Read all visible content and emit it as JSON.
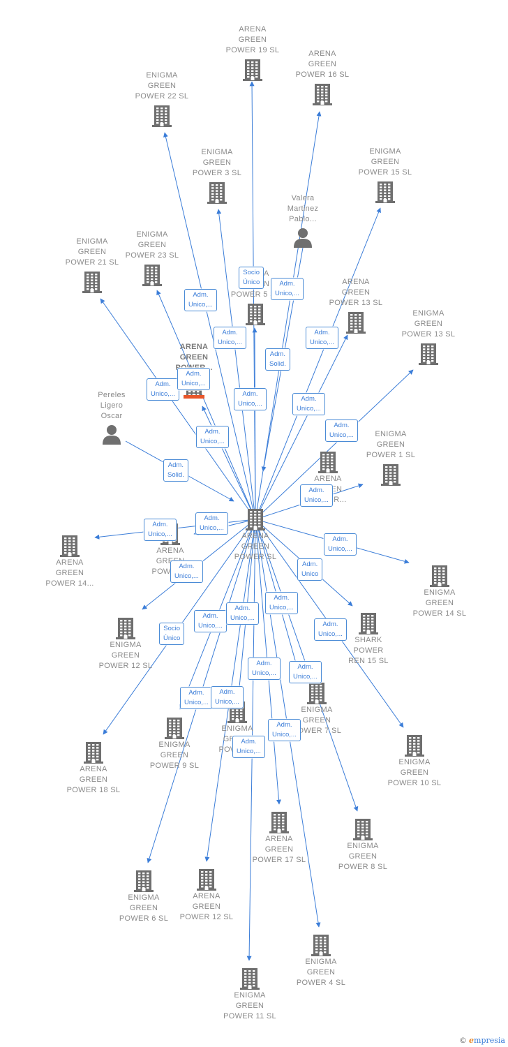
{
  "diagram": {
    "nodes": [
      {
        "id": "center",
        "type": "company",
        "label": "ARENA\nGREEN\nPOWER  SL",
        "bold": false
      },
      {
        "id": "ag19",
        "type": "company",
        "label": "ARENA\nGREEN\nPOWER 19  SL"
      },
      {
        "id": "ag16",
        "type": "company",
        "label": "ARENA\nGREEN\nPOWER 16  SL"
      },
      {
        "id": "eg22",
        "type": "company",
        "label": "ENIGMA\nGREEN\nPOWER 22  SL"
      },
      {
        "id": "eg3",
        "type": "company",
        "label": "ENIGMA\nGREEN\nPOWER 3  SL"
      },
      {
        "id": "eg15",
        "type": "company",
        "label": "ENIGMA\nGREEN\nPOWER 15  SL"
      },
      {
        "id": "valera",
        "type": "person",
        "label": "Valera\nMartinez\nPablo..."
      },
      {
        "id": "eg21",
        "type": "company",
        "label": "ENIGMA\nGREEN\nPOWER 21  SL"
      },
      {
        "id": "eg23",
        "type": "company",
        "label": "ENIGMA\nGREEN\nPOWER 23  SL"
      },
      {
        "id": "ag5",
        "type": "company",
        "label": "ARENA\nGREEN\nPOWER 5  SL"
      },
      {
        "id": "ag13",
        "type": "company",
        "label": "ARENA\nGREEN\nPOWER 13  SL"
      },
      {
        "id": "eg13",
        "type": "company",
        "label": "ENIGMA\nGREEN\nPOWER 13  SL"
      },
      {
        "id": "agp",
        "type": "company-highlight",
        "label": "ARENA\nGREEN\nPOWER...",
        "bold": true
      },
      {
        "id": "pereles",
        "type": "person",
        "label": "Pereles\nLigero\nOscar"
      },
      {
        "id": "ag_r",
        "type": "company",
        "label": "ARENA\nGREEN\nPOWER..."
      },
      {
        "id": "eg1",
        "type": "company",
        "label": "ENIGMA\nGREEN\nPOWER 1  SL"
      },
      {
        "id": "ag14",
        "type": "company",
        "label": "ARENA\nGREEN\nPOWER 14..."
      },
      {
        "id": "ag_l",
        "type": "company",
        "label": "ARENA\nGREEN\nPOWER..."
      },
      {
        "id": "eg14",
        "type": "company",
        "label": "ENIGMA\nGREEN\nPOWER 14  SL"
      },
      {
        "id": "eg12",
        "type": "company",
        "label": "ENIGMA\nGREEN\nPOWER 12  SL"
      },
      {
        "id": "shark",
        "type": "company",
        "label": "SHARK\nPOWER\nREN 15  SL"
      },
      {
        "id": "eg7",
        "type": "company",
        "label": "ENIGMA\nGREEN\nPOWER 7  SL"
      },
      {
        "id": "eg_c",
        "type": "company",
        "label": "ENIGMA\nGREEN\nPOWER..."
      },
      {
        "id": "eg9",
        "type": "company",
        "label": "ENIGMA\nGREEN\nPOWER 9  SL"
      },
      {
        "id": "ag18",
        "type": "company",
        "label": "ARENA\nGREEN\nPOWER 18  SL"
      },
      {
        "id": "eg10",
        "type": "company",
        "label": "ENIGMA\nGREEN\nPOWER 10  SL"
      },
      {
        "id": "ag17",
        "type": "company",
        "label": "ARENA\nGREEN\nPOWER 17  SL"
      },
      {
        "id": "eg8",
        "type": "company",
        "label": "ENIGMA\nGREEN\nPOWER 8  SL"
      },
      {
        "id": "eg6",
        "type": "company",
        "label": "ENIGMA\nGREEN\nPOWER 6  SL"
      },
      {
        "id": "ag12",
        "type": "company",
        "label": "ARENA\nGREEN\nPOWER 12  SL"
      },
      {
        "id": "eg4",
        "type": "company",
        "label": "ENIGMA\nGREEN\nPOWER 4  SL"
      },
      {
        "id": "eg11",
        "type": "company",
        "label": "ENIGMA\nGREEN\nPOWER 11  SL"
      }
    ],
    "edges": [
      {
        "from": "center",
        "to": "ag19",
        "label": "Socio\nÚnico"
      },
      {
        "from": "center",
        "to": "ag16",
        "label": "Adm.\nUnico,..."
      },
      {
        "from": "center",
        "to": "eg22",
        "label": "Adm.\nUnico,..."
      },
      {
        "from": "center",
        "to": "eg3",
        "label": "Adm.\nUnico,..."
      },
      {
        "from": "center",
        "to": "eg15",
        "label": "Adm.\nUnico,..."
      },
      {
        "from": "valera",
        "to": "center",
        "label": "Adm.\nSolid."
      },
      {
        "from": "center",
        "to": "eg21",
        "label": "Adm.\nUnico,..."
      },
      {
        "from": "center",
        "to": "eg23",
        "label": "Adm.\nUnico,..."
      },
      {
        "from": "center",
        "to": "ag5",
        "label": "Adm.\nUnico,..."
      },
      {
        "from": "center",
        "to": "ag13",
        "label": "Adm.\nUnico,..."
      },
      {
        "from": "center",
        "to": "eg13",
        "label": "Adm.\nUnico,..."
      },
      {
        "from": "center",
        "to": "agp",
        "label": "Adm.\nUnico,..."
      },
      {
        "from": "pereles",
        "to": "center",
        "label": "Adm.\nSolid."
      },
      {
        "from": "center",
        "to": "eg1",
        "label": "Adm.\nUnico,..."
      },
      {
        "from": "center",
        "to": "ag14",
        "label": "Adm.\nUnico,..."
      },
      {
        "from": "center",
        "to": "ag_l",
        "label": "Adm.\nUnico,..."
      },
      {
        "from": "center",
        "to": "eg14",
        "label": "Adm.\nUnico,..."
      },
      {
        "from": "center",
        "to": "shark",
        "label": "Adm.\nUnico"
      },
      {
        "from": "center",
        "to": "eg12",
        "label": "Adm.\nUnico,..."
      },
      {
        "from": "center",
        "to": "ag18",
        "label": "Socio\nÚnico"
      },
      {
        "from": "center",
        "to": "eg7",
        "label": "Adm.\nUnico,..."
      },
      {
        "from": "center",
        "to": "eg10",
        "label": "Adm.\nUnico,..."
      },
      {
        "from": "center",
        "to": "eg9",
        "label": "Adm.\nUnico,..."
      },
      {
        "from": "center",
        "to": "eg_c",
        "label": "Adm.\nUnico,..."
      },
      {
        "from": "center",
        "to": "ag17",
        "label": "Adm.\nUnico,..."
      },
      {
        "from": "center",
        "to": "eg8",
        "label": "Adm.\nUnico,..."
      },
      {
        "from": "center",
        "to": "eg6",
        "label": "Adm.\nUnico,..."
      },
      {
        "from": "center",
        "to": "ag12",
        "label": "Adm.\nUnico,..."
      },
      {
        "from": "center",
        "to": "eg4",
        "label": "Adm.\nUnico,..."
      },
      {
        "from": "center",
        "to": "eg11",
        "label": "Adm.\nUnico,..."
      }
    ],
    "colors": {
      "edge": "#3b7dd8",
      "icon": "#6f6f6f",
      "highlight": "#e8562a"
    }
  },
  "footer": {
    "copyright": "©",
    "brand_initial": "e",
    "brand_rest": "mpresia"
  }
}
